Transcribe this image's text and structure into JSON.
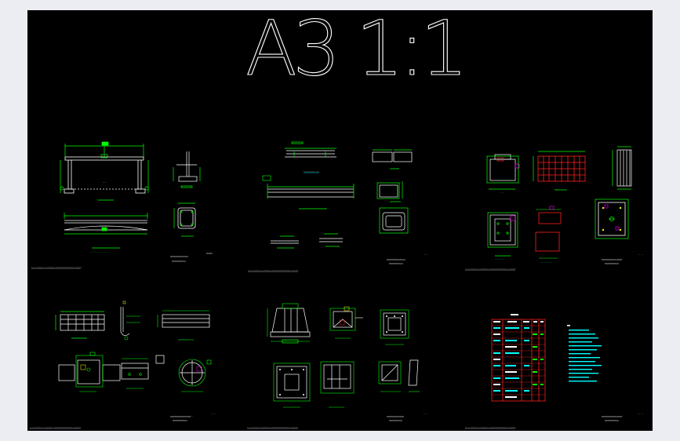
{
  "drawing": {
    "title": "A3 1:1"
  },
  "colors": {
    "background": "#000000",
    "frame": "#ecedf3",
    "line_white": "#ffffff",
    "line_green": "#00ff00",
    "line_cyan": "#00ffff",
    "line_red": "#ff2020",
    "line_magenta": "#ff00ff",
    "line_yellow": "#ffff00"
  },
  "sheets": [
    {
      "name": "sheet-top-left"
    },
    {
      "name": "sheet-top-middle"
    },
    {
      "name": "sheet-top-right"
    },
    {
      "name": "sheet-bottom-left"
    },
    {
      "name": "sheet-bottom-middle"
    },
    {
      "name": "sheet-bottom-right"
    }
  ]
}
